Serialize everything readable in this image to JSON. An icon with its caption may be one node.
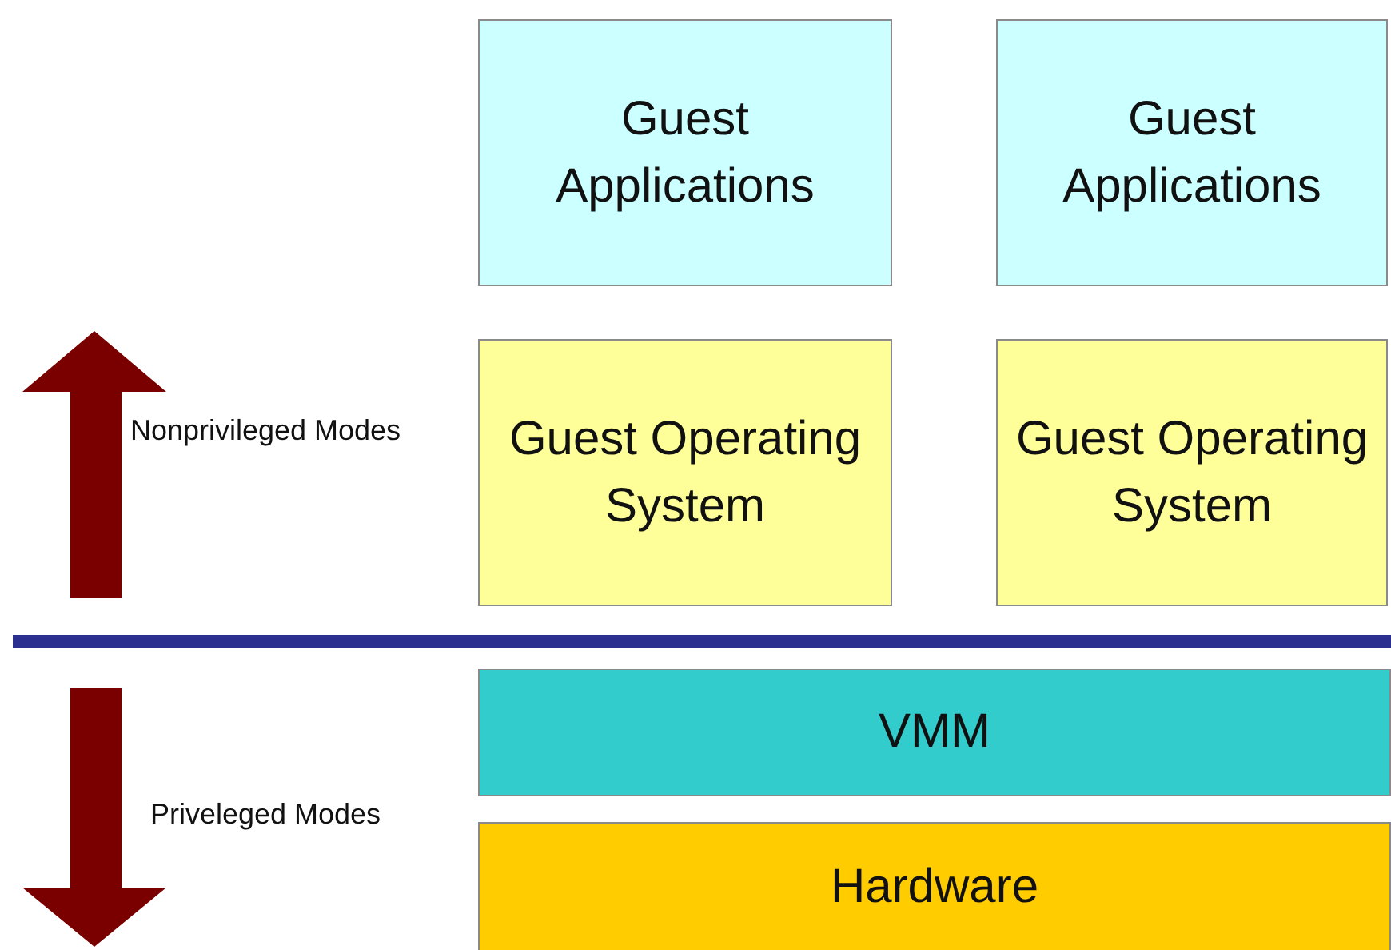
{
  "diagram": {
    "nodes": [
      {
        "text": [
          "Guest Applications"
        ]
      },
      {
        "text": [
          "Guest Applications"
        ]
      },
      {
        "text": [
          "Guest Operating System"
        ]
      },
      {
        "text": [
          "Guest Operating System"
        ]
      },
      {
        "text": [
          "VMM"
        ]
      },
      {
        "text": [
          "Hardware"
        ]
      }
    ],
    "labels": [
      "Nonprivileged Modes",
      "Priveleged Modes"
    ]
  }
}
